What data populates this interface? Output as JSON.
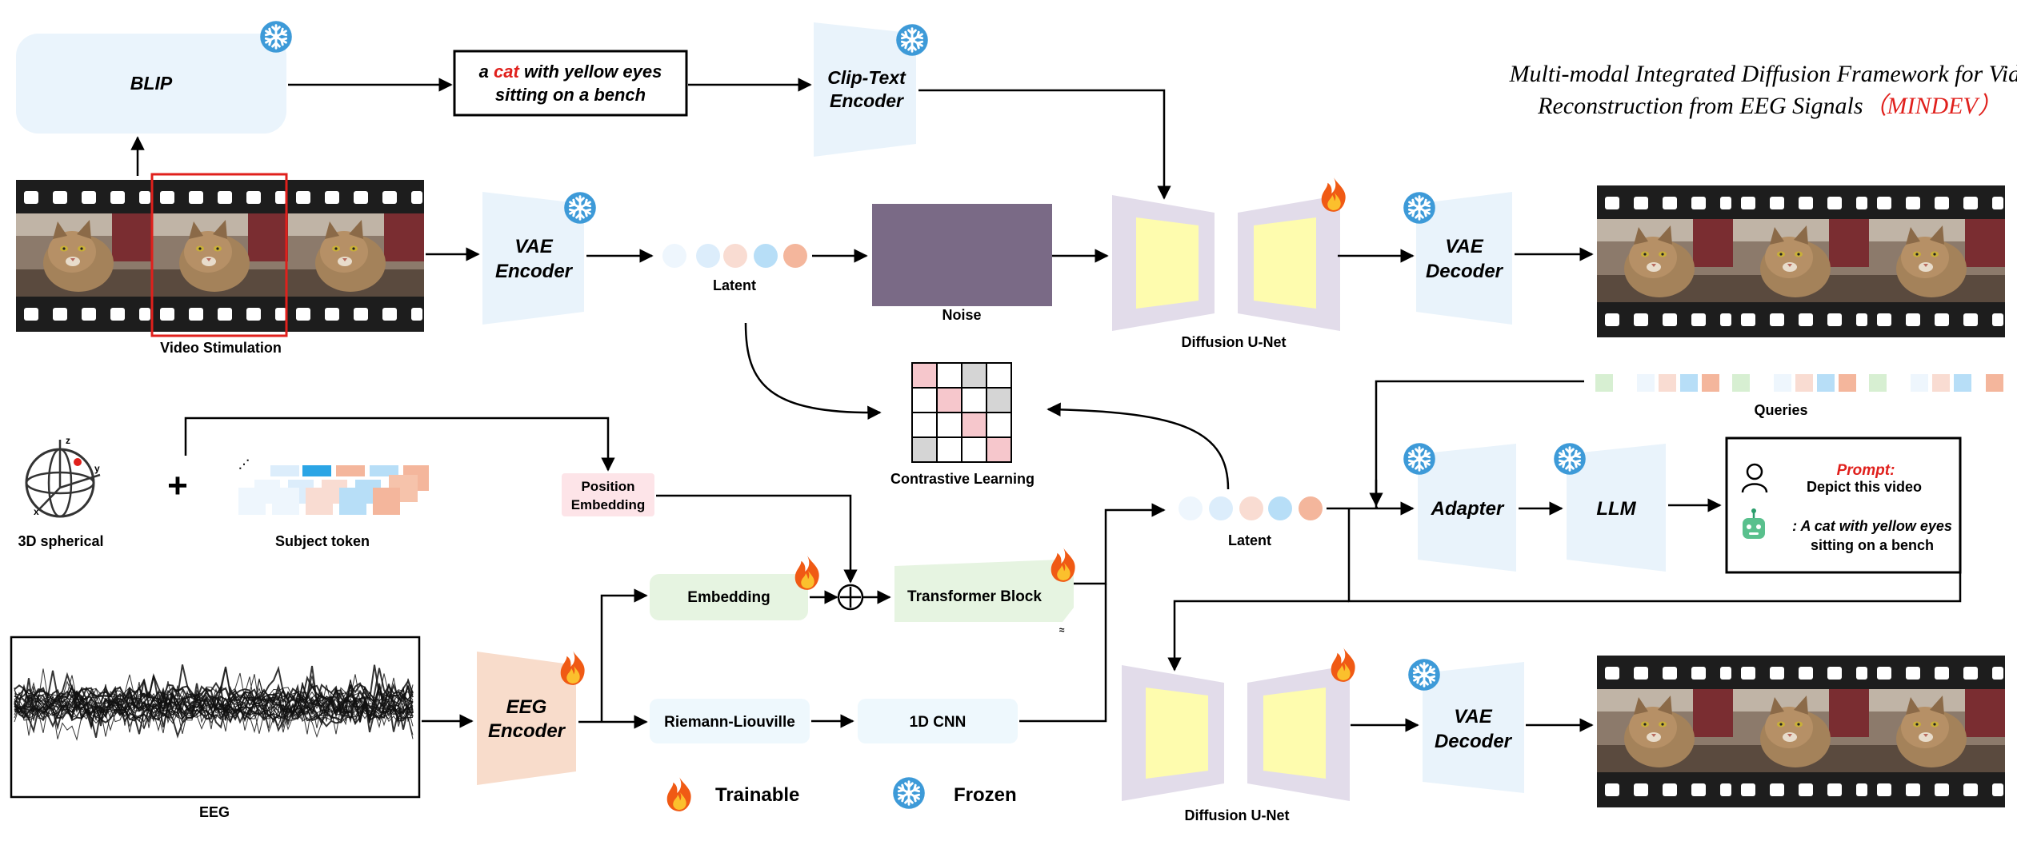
{
  "title": {
    "line1": "Multi-modal Integrated Diffusion Framework for Video",
    "line2_prefix": "Reconstruction from EEG Signals",
    "line2_highlight": "（MINDEV）",
    "highlight_color": "#e0201c"
  },
  "caption": {
    "prefix": "a",
    "highlight": "cat",
    "rest_line1": "with yellow eyes",
    "line2": "sitting on a bench"
  },
  "labels": {
    "blip": "BLIP",
    "clip_line1": "Clip-Text",
    "clip_line2": "Encoder",
    "vae_encoder_line1": "VAE",
    "vae_encoder_line2": "Encoder",
    "video_stimulation": "Video  Stimulation",
    "latent_top": "Latent",
    "noise": "Noise",
    "diffusion_top": "Diffusion U-Net",
    "vae_decoder_line1": "VAE",
    "vae_decoder_line2": "Decoder",
    "queries": "Queries",
    "contrastive": "Contrastive Learning",
    "spherical": "3D spherical",
    "plus": "+",
    "subject_token": "Subject token",
    "position_line1": "Position",
    "position_line2": "Embedding",
    "embedding": "Embedding",
    "transformer": "Transformer Block",
    "latent_mid": "Latent",
    "adapter": "Adapter",
    "llm": "LLM",
    "prompt_title": "Prompt:",
    "prompt_text": "Depict this video",
    "answer_line1": ": A cat with yellow eyes",
    "answer_line2": "sitting on a bench",
    "eeg": "EEG",
    "eeg_encoder_line1": "EEG",
    "eeg_encoder_line2": "Encoder",
    "riemann": "Riemann-Liouville",
    "cnn": "1D CNN",
    "diffusion_bottom": "Diffusion U-Net",
    "trainable": "Trainable",
    "frozen": "Frozen"
  },
  "icons": [
    "snowflake-icon",
    "fire-icon",
    "globe-axes-icon",
    "person-icon",
    "robot-icon",
    "plus-circle-icon"
  ],
  "colors": {
    "blip_fill": "#eaf4fc",
    "encoder_fill": "#e9f3fb",
    "eeg_encoder_fill": "#f8dccb",
    "unet_outer": "#e2dcea",
    "unet_inner": "#fefcae",
    "embedding_fill": "#e6f4e1",
    "cnn_fill": "#eef8fd",
    "position_fill": "#fde4e8",
    "accent_red": "#e0201c",
    "snowflake": "#4aa6df",
    "fire": "#f0611b"
  }
}
